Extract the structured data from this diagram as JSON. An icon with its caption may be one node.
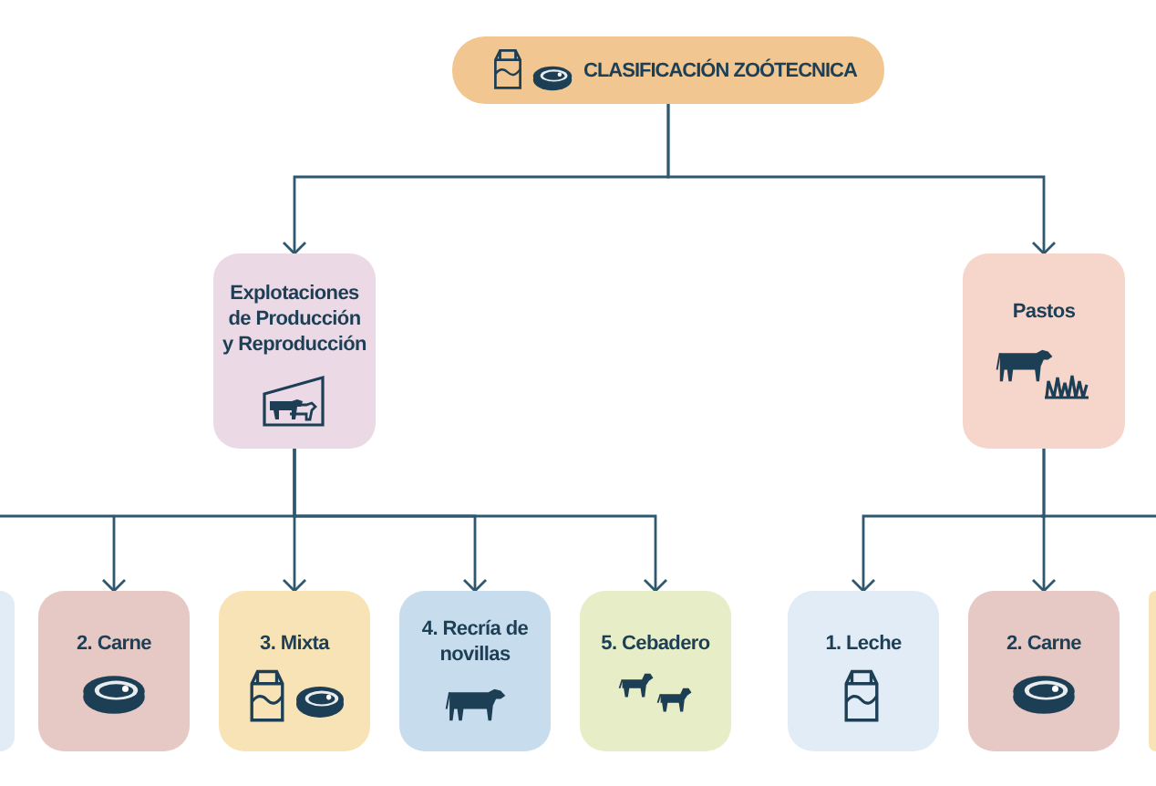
{
  "diagram": {
    "nodes": [
      {
        "text": [
          "CLASIFICACIÓN ZOÓTECNICA"
        ]
      },
      {
        "text": [
          "Explotaciones de Producción y Reproducción"
        ]
      },
      {
        "text": [
          "Pastos"
        ]
      },
      {
        "text": [],
        "shape": "box"
      },
      {
        "text": [
          "2. Carne"
        ]
      },
      {
        "text": [
          "3. Mixta"
        ]
      },
      {
        "text": [
          "4. Recría de novillas"
        ]
      },
      {
        "text": [
          "5. Cebadero"
        ]
      },
      {
        "text": [
          "1. Leche"
        ]
      },
      {
        "text": [
          "2. Carne"
        ]
      },
      {
        "text": [],
        "shape": "box"
      }
    ],
    "edges": [
      {
        "from": 0,
        "to": 1,
        "arrow": "to"
      },
      {
        "from": 0,
        "to": 2,
        "arrow": "to"
      },
      {
        "from": 1,
        "to": 4,
        "arrow": "to"
      },
      {
        "from": 1,
        "to": 5,
        "arrow": "to"
      },
      {
        "from": 1,
        "to": 6,
        "arrow": "to"
      },
      {
        "from": 1,
        "to": 7,
        "arrow": "to"
      },
      {
        "from": 2,
        "to": 8,
        "arrow": "to"
      },
      {
        "from": 2,
        "to": 9,
        "arrow": "to"
      }
    ]
  }
}
